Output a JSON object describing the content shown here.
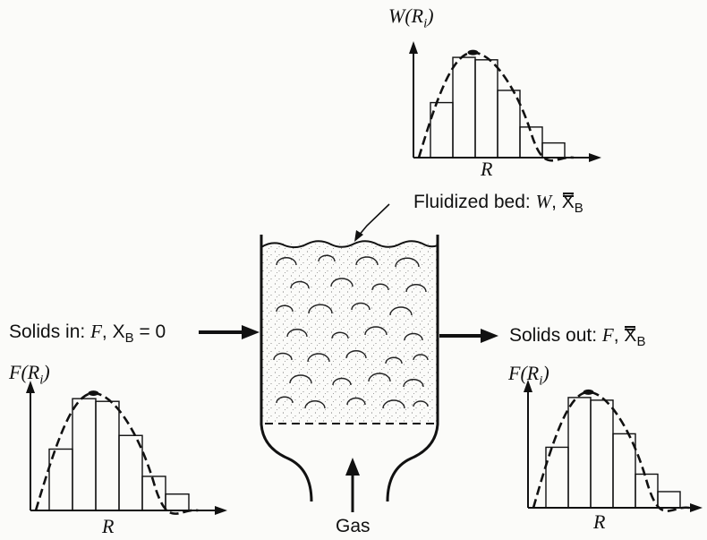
{
  "bed_label": {
    "text": "Fluidized bed:",
    "w": "W",
    "x": "X",
    "sub": "B"
  },
  "inlet_label": {
    "text": "Solids in:",
    "f": "F",
    "x": "X",
    "sub": "B",
    "value": "= 0"
  },
  "outlet_label": {
    "text": "Solids out:",
    "f": "F",
    "x": "X",
    "sub": "B"
  },
  "gas_label": "Gas",
  "plots": {
    "bed": {
      "ylabel": "W(R",
      "ysub": "i",
      "yclose": ")",
      "xlabel": "R"
    },
    "inlet": {
      "ylabel": "F(R",
      "ysub": "i",
      "yclose": ")",
      "xlabel": "R"
    },
    "outlet": {
      "ylabel": "F(R",
      "ysub": "i",
      "yclose": ")",
      "xlabel": "R"
    }
  },
  "colors": {
    "ink": "#111111",
    "paper": "#fbfbf9"
  }
}
